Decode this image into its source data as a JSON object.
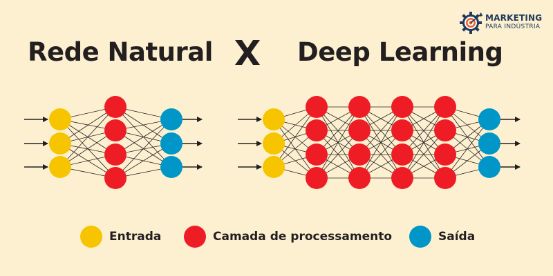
{
  "titles": {
    "left": "Rede Natural",
    "right": "Deep Learning"
  },
  "logo": {
    "line1": "MARKETING",
    "line2": "PARA INDÚSTRIA",
    "icon": "gear-target-icon"
  },
  "legend": {
    "input": "Entrada",
    "hidden": "Camada de processamento",
    "output": "Saída"
  },
  "colors": {
    "background": "#fdf0d0",
    "input": "#f6c500",
    "hidden": "#ee1c25",
    "output": "#0096c7",
    "text": "#231f20",
    "logo": "#1f3a5a",
    "logo_accent": "#e8622c"
  },
  "networks": {
    "natural": {
      "layers": [
        3,
        4,
        3
      ]
    },
    "deep": {
      "layers": [
        3,
        4,
        4,
        4,
        4,
        3
      ]
    }
  }
}
